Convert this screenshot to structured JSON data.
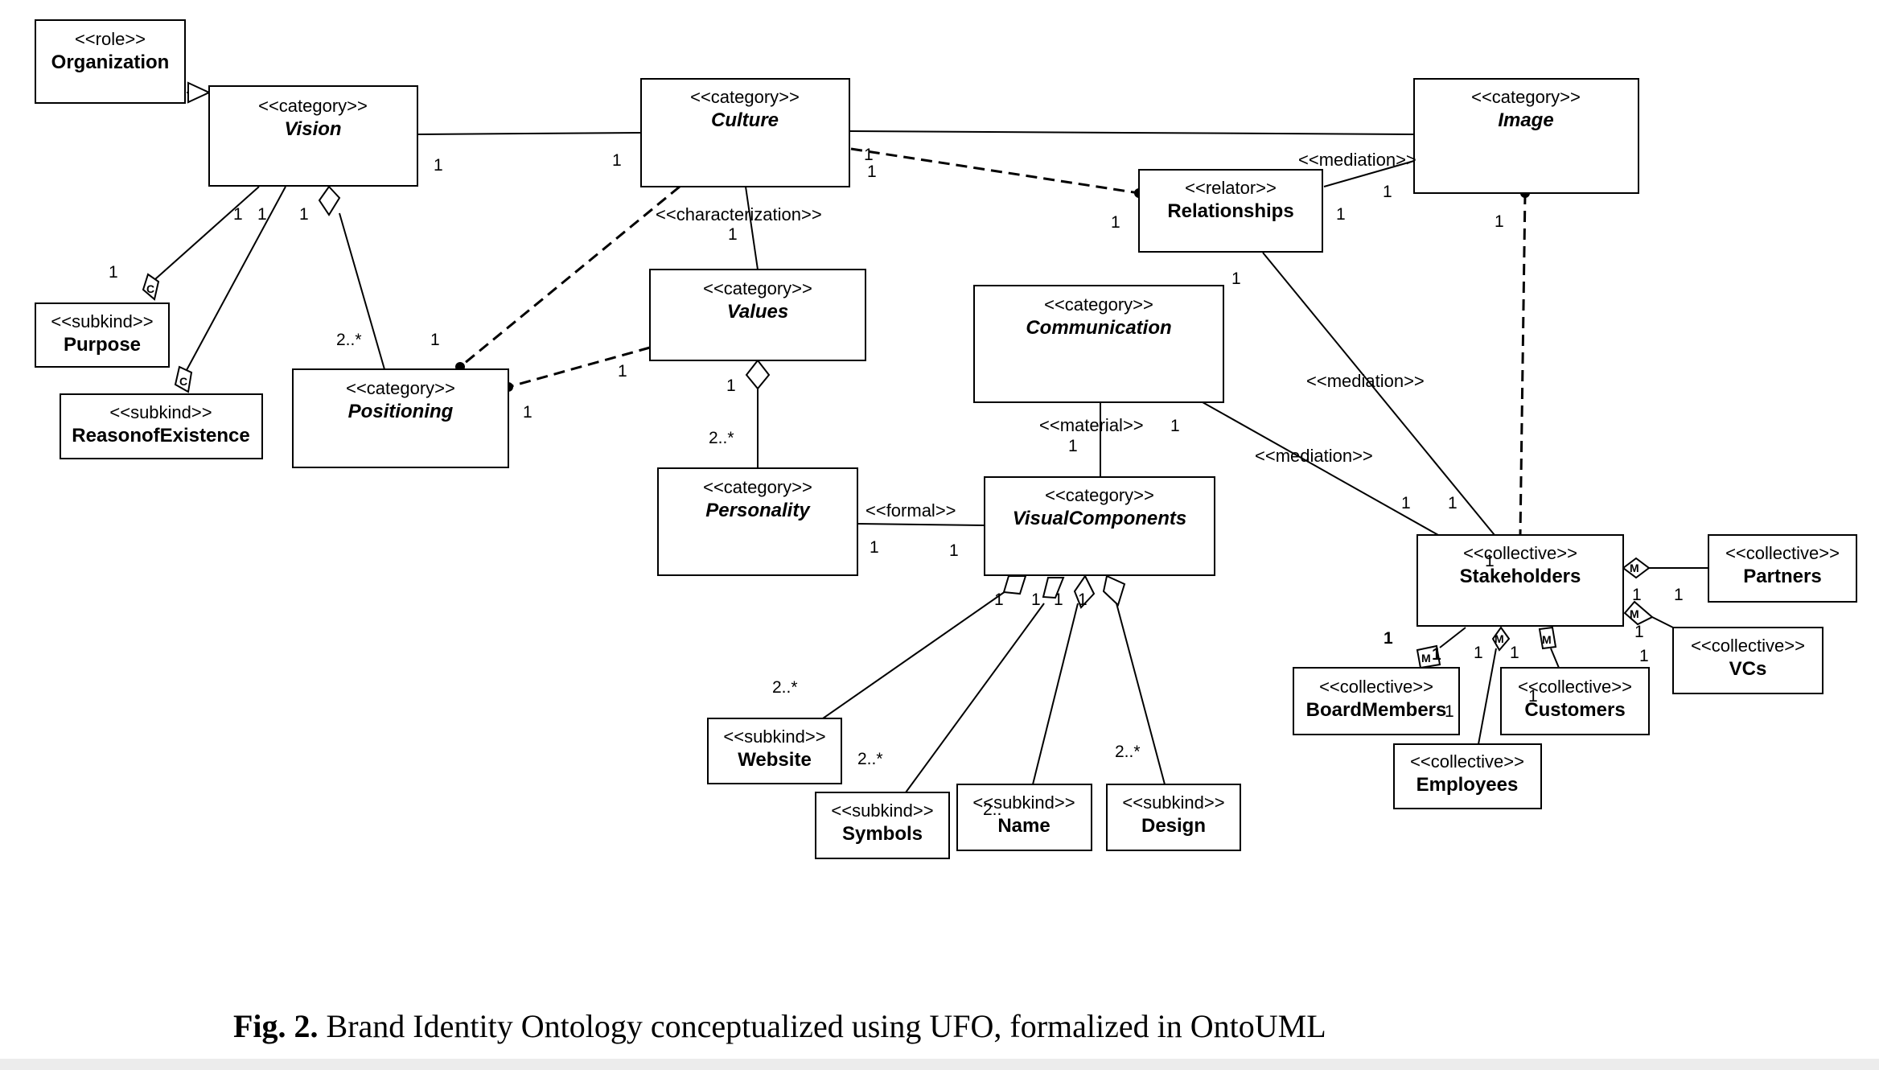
{
  "caption": {
    "label": "Fig. 2.",
    "text": " Brand Identity Ontology conceptualized using UFO, formalized in OntoUML"
  },
  "classes": {
    "organization": {
      "stereotype": "<<role>>",
      "name": "Organization"
    },
    "vision": {
      "stereotype": "<<category>>",
      "name": "Vision"
    },
    "culture": {
      "stereotype": "<<category>>",
      "name": "Culture"
    },
    "image": {
      "stereotype": "<<category>>",
      "name": "Image"
    },
    "relationships": {
      "stereotype": "<<relator>>",
      "name": "Relationships"
    },
    "purpose": {
      "stereotype": "<<subkind>>",
      "name": "Purpose"
    },
    "reason": {
      "stereotype": "<<subkind>>",
      "name": "ReasonofExistence"
    },
    "positioning": {
      "stereotype": "<<category>>",
      "name": "Positioning"
    },
    "values": {
      "stereotype": "<<category>>",
      "name": "Values"
    },
    "communication": {
      "stereotype": "<<category>>",
      "name": "Communication"
    },
    "personality": {
      "stereotype": "<<category>>",
      "name": "Personality"
    },
    "visual": {
      "stereotype": "<<category>>",
      "name": "VisualComponents"
    },
    "stakeholders": {
      "stereotype": "<<collective>>",
      "name": "Stakeholders"
    },
    "partners": {
      "stereotype": "<<collective>>",
      "name": "Partners"
    },
    "vcs": {
      "stereotype": "<<collective>>",
      "name": "VCs"
    },
    "board": {
      "stereotype": "<<collective>>",
      "name": "BoardMembers"
    },
    "customers": {
      "stereotype": "<<collective>>",
      "name": "Customers"
    },
    "employees": {
      "stereotype": "<<collective>>",
      "name": "Employees"
    },
    "website": {
      "stereotype": "<<subkind>>",
      "name": "Website"
    },
    "symbols": {
      "stereotype": "<<subkind>>",
      "name": "Symbols"
    },
    "namecls": {
      "stereotype": "<<subkind>>",
      "name": "Name"
    },
    "design": {
      "stereotype": "<<subkind>>",
      "name": "Design"
    }
  },
  "edge_labels": {
    "mediation_image": "<<mediation>>",
    "characterization": "<<characterization>>",
    "mediation_rel_stake": "<<mediation>>",
    "material": "<<material>>",
    "mediation_comm_stake": "<<mediation>>",
    "formal": "<<formal>>"
  },
  "multiplicities": {
    "one": "1",
    "bold_one": "1",
    "two_many": "2..*",
    "two_m": "2.."
  },
  "markers": {
    "c": "C",
    "m": "M"
  }
}
